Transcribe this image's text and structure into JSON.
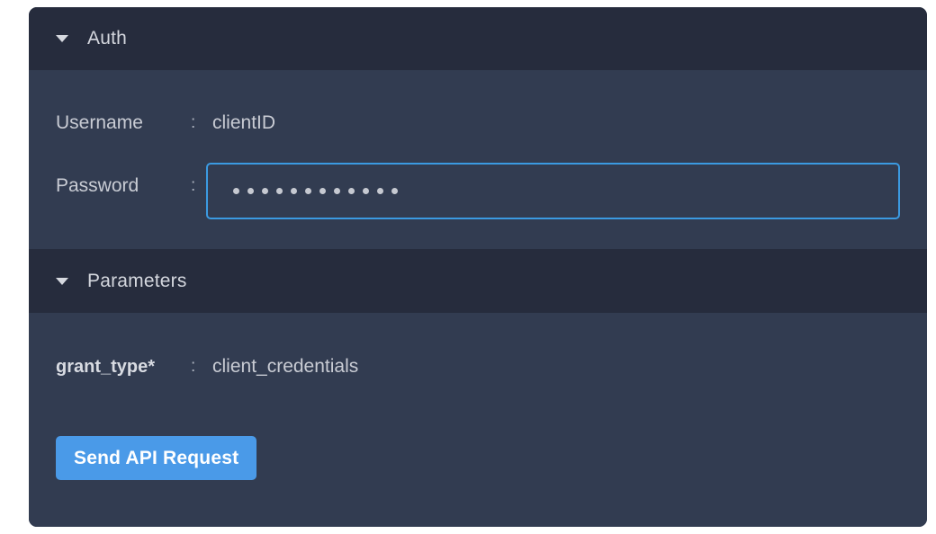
{
  "card": {
    "accent_color": "#4a9ae8",
    "header_bg": "#262c3d",
    "body_bg": "#323c51",
    "input_border_color": "#3b9ae1",
    "label_color": "#c9ccd4"
  },
  "auth_section": {
    "title": "Auth",
    "caret": "caret-down-icon",
    "fields": [
      {
        "label": "Username",
        "separator": ":",
        "value": "clientID",
        "type": "text"
      },
      {
        "label": "Password",
        "separator": ":",
        "value": "············",
        "masked_char_count": 12,
        "type": "password",
        "focused": true
      }
    ]
  },
  "parameters_section": {
    "title": "Parameters",
    "caret": "caret-down-icon",
    "fields": [
      {
        "label": "grant_type*",
        "separator": ":",
        "value": "client_credentials",
        "required": true
      }
    ],
    "submit_label": "Send API Request"
  }
}
